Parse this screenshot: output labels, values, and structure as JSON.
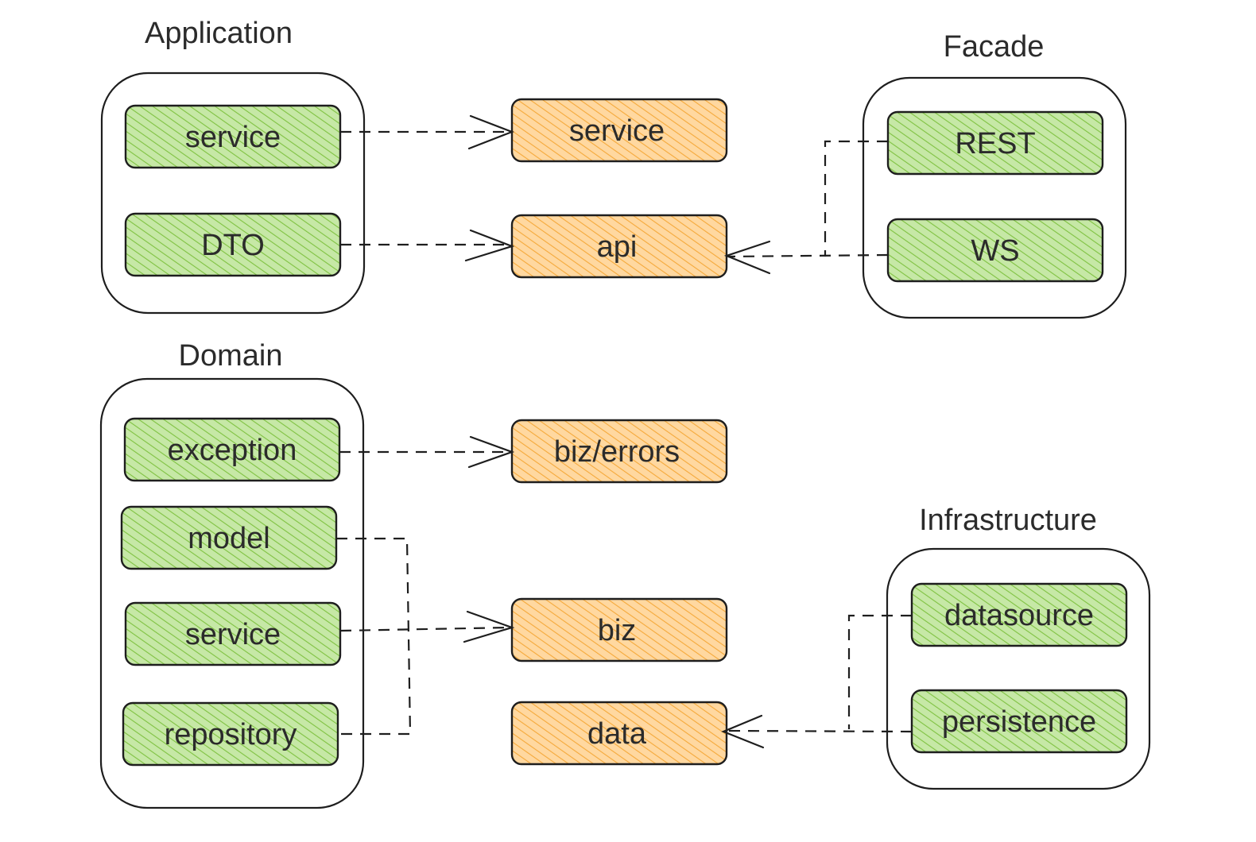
{
  "colors": {
    "green_fill": "#c6e8a6",
    "green_hatch": "#7fc241",
    "orange_fill": "#ffd8a0",
    "orange_hatch": "#f5a93a",
    "stroke": "#1e1e1e"
  },
  "groups": {
    "application": {
      "title": "Application",
      "service": "service",
      "dto": "DTO"
    },
    "facade": {
      "title": "Facade",
      "rest": "REST",
      "ws": "WS"
    },
    "domain": {
      "title": "Domain",
      "exception": "exception",
      "model": "model",
      "service": "service",
      "repository": "repository"
    },
    "infrastructure": {
      "title": "Infrastructure",
      "datasource": "datasource",
      "persistence": "persistence"
    }
  },
  "targets": {
    "service": "service",
    "api": "api",
    "biz_errors": "biz/errors",
    "biz": "biz",
    "data": "data"
  }
}
